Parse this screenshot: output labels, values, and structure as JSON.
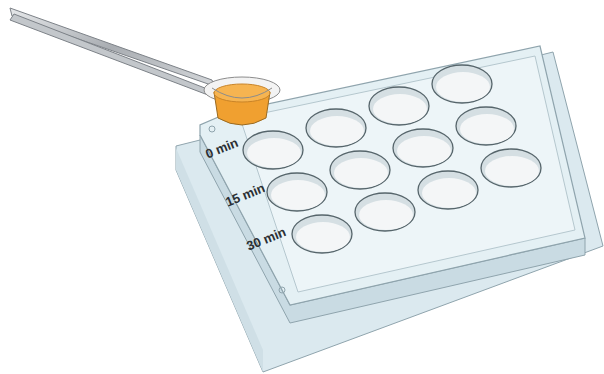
{
  "diagram": {
    "labels": [
      "0 min",
      "15 min",
      "30 min"
    ]
  }
}
